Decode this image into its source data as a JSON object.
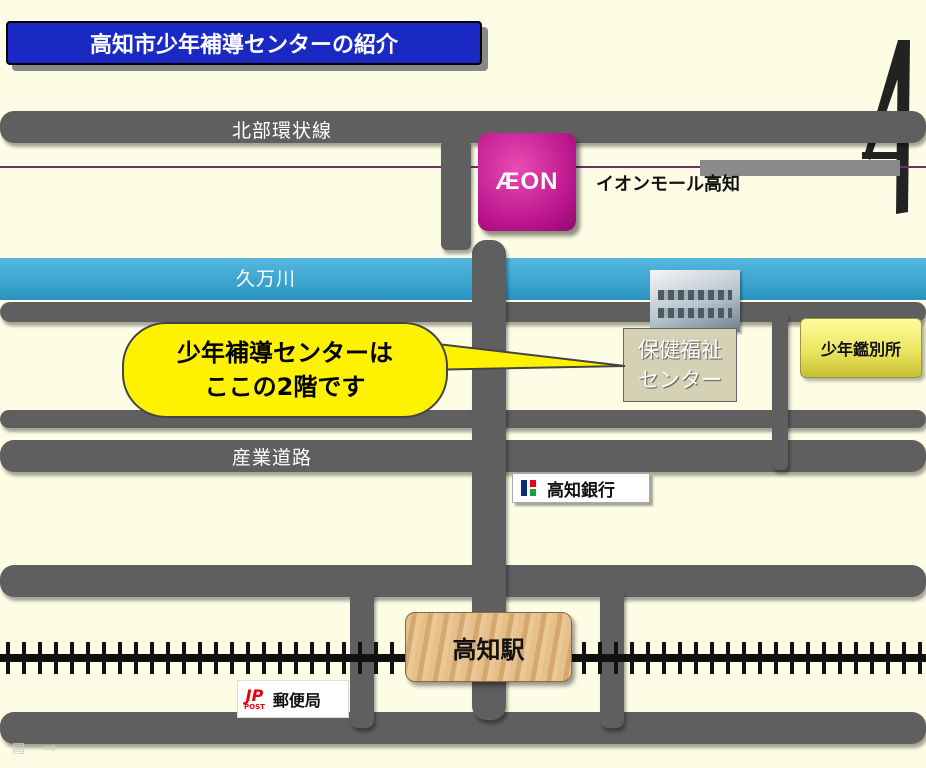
{
  "title": "高知市少年補導センターの紹介",
  "roads": {
    "hokubu": "北部環状線",
    "sangyo": "産業道路"
  },
  "river": "久万川",
  "aeon_logo": "ÆON",
  "aeon_label": "イオンモール高知",
  "callout": {
    "line1": "少年補導センターは",
    "line2": "ここの2階です"
  },
  "hoken": {
    "line1": "保健福祉",
    "line2": "センター"
  },
  "kanbetsu": "少年鑑別所",
  "bank": "高知銀行",
  "station": "高知駅",
  "post_logo": "JP",
  "post_sub": "POST",
  "post_label": "郵便局",
  "colors": {
    "title_bg": "#1a29c4",
    "road": "#5f5f5f",
    "river": "#3aa4cf",
    "aeon": "#b7128a",
    "callout": "#fff200"
  }
}
